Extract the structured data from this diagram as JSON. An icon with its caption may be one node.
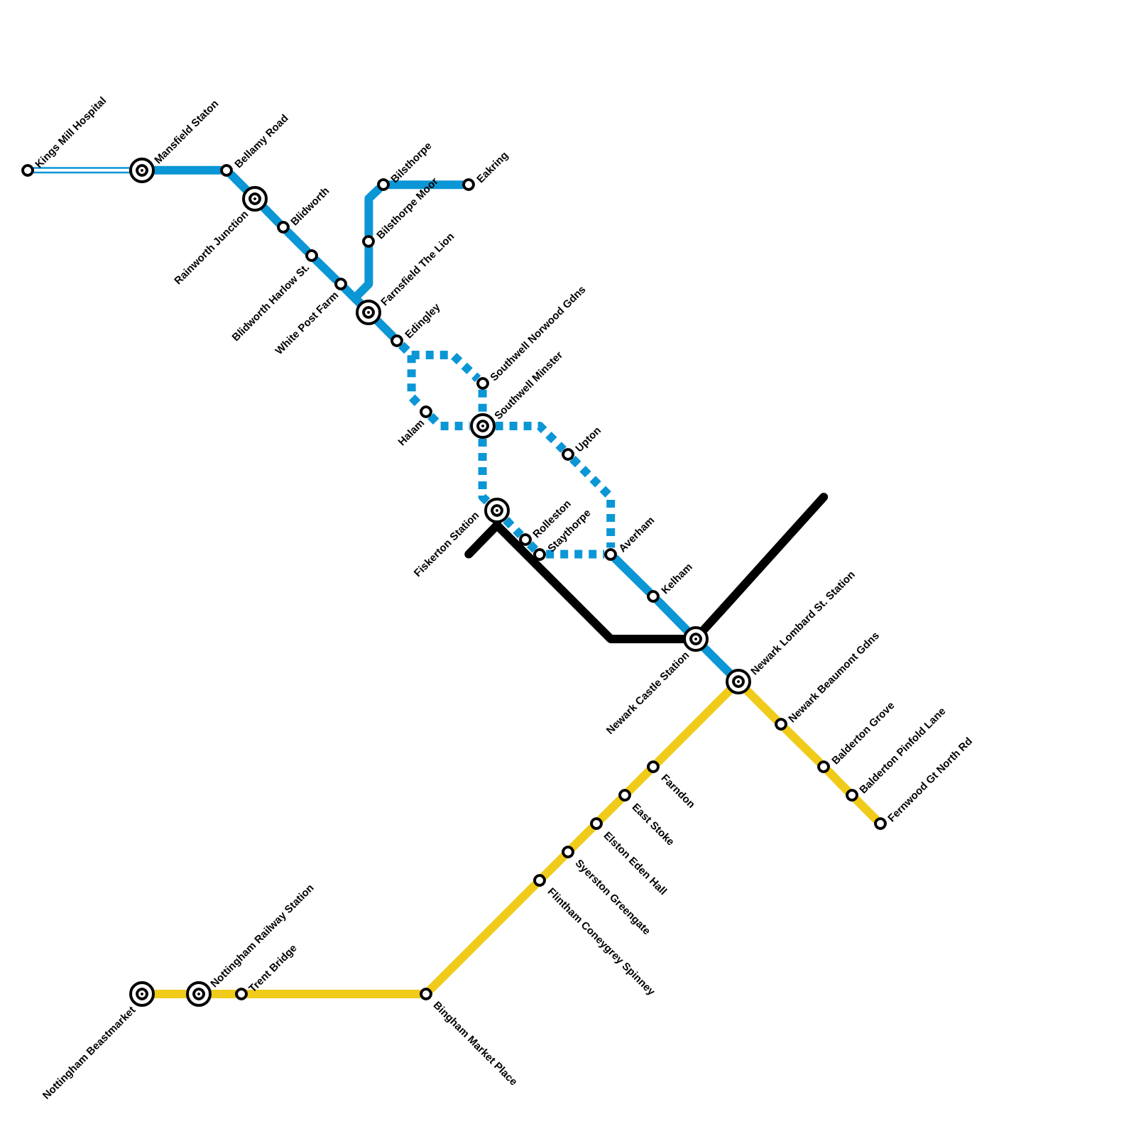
{
  "diagram": {
    "nodes": [
      {
        "text": [
          "Kings Mill Hospital"
        ]
      },
      {
        "text": [
          "Mansfield Staton"
        ]
      },
      {
        "text": [
          "Bellamy Road"
        ]
      },
      {
        "text": [
          "Rainworth Junction"
        ]
      },
      {
        "text": [
          "Blidworth"
        ]
      },
      {
        "text": [
          "Blidworth Harlow St."
        ]
      },
      {
        "text": [
          "White Post Farm"
        ]
      },
      {
        "text": [
          "Farnsfield The Lion"
        ]
      },
      {
        "text": [
          "Bilsthorpe Moor"
        ]
      },
      {
        "text": [
          "Bilsthorpe"
        ]
      },
      {
        "text": [
          "Eakring"
        ]
      },
      {
        "text": [
          "Edingley"
        ]
      },
      {
        "text": [
          "Southwell Norwood Gdns"
        ]
      },
      {
        "text": [
          "Halam"
        ]
      },
      {
        "text": [
          "Southwell Minster"
        ]
      },
      {
        "text": [
          "Upton"
        ]
      },
      {
        "text": [
          "Averham"
        ]
      },
      {
        "text": [
          "Fiskerton Station"
        ]
      },
      {
        "text": [
          "Rolleston"
        ]
      },
      {
        "text": [
          "Staythorpe"
        ]
      },
      {
        "text": [
          "Kelham"
        ]
      },
      {
        "text": [
          "Newark Castle Station"
        ]
      },
      {
        "text": [
          "Newark Lombard St. Station"
        ]
      },
      {
        "text": [
          "Newark Beaumont Gdns"
        ]
      },
      {
        "text": [
          "Balderton Grove"
        ]
      },
      {
        "text": [
          "Balderton Pinfold Lane"
        ]
      },
      {
        "text": [
          "Fernwood Gt North Rd"
        ]
      },
      {
        "text": [
          "Farndon"
        ]
      },
      {
        "text": [
          "East Stoke"
        ]
      },
      {
        "text": [
          "Elston Eden Hall"
        ]
      },
      {
        "text": [
          "Syerston Greengate"
        ]
      },
      {
        "text": [
          "Flintham Coneygrey Spinney"
        ]
      },
      {
        "text": [
          "Bingham Market Place"
        ]
      },
      {
        "text": [
          "Trent Bridge"
        ]
      },
      {
        "text": [
          "Nottingham Railway Station"
        ]
      },
      {
        "text": [
          "Nottingham Beastmarket"
        ]
      }
    ],
    "edges": [
      {
        "from": 0,
        "to": 1,
        "arrow": "none"
      },
      {
        "from": 1,
        "to": 2,
        "arrow": "none"
      },
      {
        "from": 2,
        "to": 3,
        "arrow": "none"
      },
      {
        "from": 3,
        "to": 4,
        "arrow": "none"
      },
      {
        "from": 4,
        "to": 5,
        "arrow": "none"
      },
      {
        "from": 5,
        "to": 6,
        "arrow": "none"
      },
      {
        "from": 6,
        "to": 7,
        "arrow": "none"
      },
      {
        "from": 7,
        "to": 8,
        "arrow": "none"
      },
      {
        "from": 8,
        "to": 9,
        "arrow": "none"
      },
      {
        "from": 9,
        "to": 10,
        "arrow": "none"
      },
      {
        "from": 7,
        "to": 11,
        "arrow": "none"
      },
      {
        "from": 11,
        "to": 12,
        "arrow": "none",
        "style": "dashed"
      },
      {
        "from": 11,
        "to": 13,
        "arrow": "none",
        "style": "dashed"
      },
      {
        "from": 12,
        "to": 14,
        "arrow": "none",
        "style": "dashed"
      },
      {
        "from": 13,
        "to": 14,
        "arrow": "none",
        "style": "dashed"
      },
      {
        "from": 14,
        "to": 15,
        "arrow": "none",
        "style": "dashed"
      },
      {
        "from": 15,
        "to": 16,
        "arrow": "none",
        "style": "dashed"
      },
      {
        "from": 14,
        "to": 17,
        "arrow": "none",
        "style": "dashed"
      },
      {
        "from": 17,
        "to": 18,
        "arrow": "none",
        "style": "dashed"
      },
      {
        "from": 18,
        "to": 19,
        "arrow": "none",
        "style": "dashed"
      },
      {
        "from": 19,
        "to": 16,
        "arrow": "none",
        "style": "dashed"
      },
      {
        "from": 16,
        "to": 20,
        "arrow": "none"
      },
      {
        "from": 20,
        "to": 21,
        "arrow": "none"
      },
      {
        "from": 21,
        "to": 22,
        "arrow": "none"
      },
      {
        "from": 17,
        "to": 21,
        "arrow": "none",
        "color": "#000000"
      },
      {
        "from": null,
        "to": 17,
        "arrow": "none",
        "color": "#000000"
      },
      {
        "from": 21,
        "to": null,
        "arrow": "none",
        "color": "#000000"
      },
      {
        "from": 22,
        "to": 23,
        "arrow": "none",
        "color": "#f0cb1a"
      },
      {
        "from": 23,
        "to": 24,
        "arrow": "none",
        "color": "#f0cb1a"
      },
      {
        "from": 24,
        "to": 25,
        "arrow": "none",
        "color": "#f0cb1a"
      },
      {
        "from": 25,
        "to": 26,
        "arrow": "none",
        "color": "#f0cb1a"
      },
      {
        "from": 22,
        "to": 27,
        "arrow": "none",
        "color": "#f0cb1a"
      },
      {
        "from": 27,
        "to": 28,
        "arrow": "none",
        "color": "#f0cb1a"
      },
      {
        "from": 28,
        "to": 29,
        "arrow": "none",
        "color": "#f0cb1a"
      },
      {
        "from": 29,
        "to": 30,
        "arrow": "none",
        "color": "#f0cb1a"
      },
      {
        "from": 30,
        "to": 31,
        "arrow": "none",
        "color": "#f0cb1a"
      },
      {
        "from": 31,
        "to": 32,
        "arrow": "none",
        "color": "#f0cb1a"
      },
      {
        "from": 32,
        "to": 33,
        "arrow": "none",
        "color": "#f0cb1a"
      },
      {
        "from": 33,
        "to": 34,
        "arrow": "none",
        "color": "#f0cb1a"
      },
      {
        "from": 34,
        "to": 35,
        "arrow": "none",
        "color": "#f0cb1a"
      }
    ]
  }
}
